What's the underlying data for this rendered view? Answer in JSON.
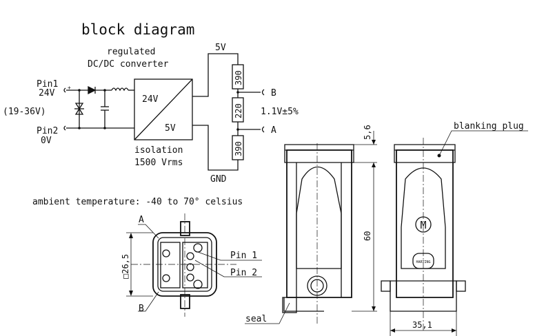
{
  "block_diagram": {
    "title": "block diagram",
    "converter_label_1": "regulated",
    "converter_label_2": "DC/DC converter",
    "input_pin1": "Pin1",
    "input_pin1_voltage": "24V",
    "input_range": "(19-36V)",
    "input_pin2": "Pin2",
    "input_pin2_voltage": "0V",
    "converter_in": "24V",
    "converter_out": "5V",
    "isolation_1": "isolation",
    "isolation_2": "1500 Vrms",
    "rail_5v": "5V",
    "rail_gnd": "GND",
    "resistor_top": "390",
    "resistor_mid": "220",
    "resistor_bottom": "390",
    "output_b": "B",
    "output_a": "A",
    "output_voltage": "1.1V±5%"
  },
  "ambient": "ambient temperature: -40 to 70° celsius",
  "front_view": {
    "label_a": "A",
    "label_b": "B",
    "dim_width": "□26,5",
    "pin1": "Pin 1",
    "pin2": "Pin 2"
  },
  "side_view": {
    "dim_top": "5,6",
    "dim_height": "60",
    "seal": "seal"
  },
  "rear_view": {
    "blanking_plug": "blanking plug",
    "dim_width": "35,1",
    "logo_letter": "M",
    "brand": "HARTING"
  }
}
